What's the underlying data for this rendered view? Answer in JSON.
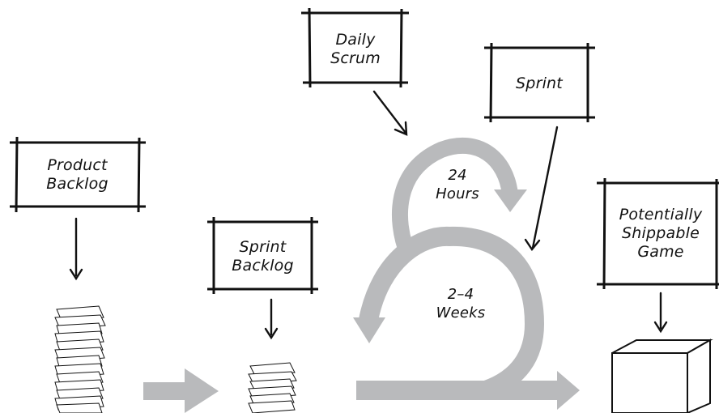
{
  "diagram": {
    "boxes": {
      "product_backlog": {
        "line1": "Product",
        "line2": "Backlog"
      },
      "daily_scrum": {
        "line1": "Daily",
        "line2": "Scrum"
      },
      "sprint": {
        "line1": "Sprint"
      },
      "sprint_backlog": {
        "line1": "Sprint",
        "line2": "Backlog"
      },
      "potentially_shippable_game": {
        "line1": "Potentially",
        "line2": "Shippable",
        "line3": "Game"
      }
    },
    "loops": {
      "daily": {
        "line1": "24",
        "line2": "Hours"
      },
      "sprint": {
        "line1": "2–4",
        "line2": "Weeks"
      }
    },
    "colors": {
      "ink": "#111111",
      "arrow_gray": "#b9babc",
      "paper": "#ffffff"
    }
  }
}
